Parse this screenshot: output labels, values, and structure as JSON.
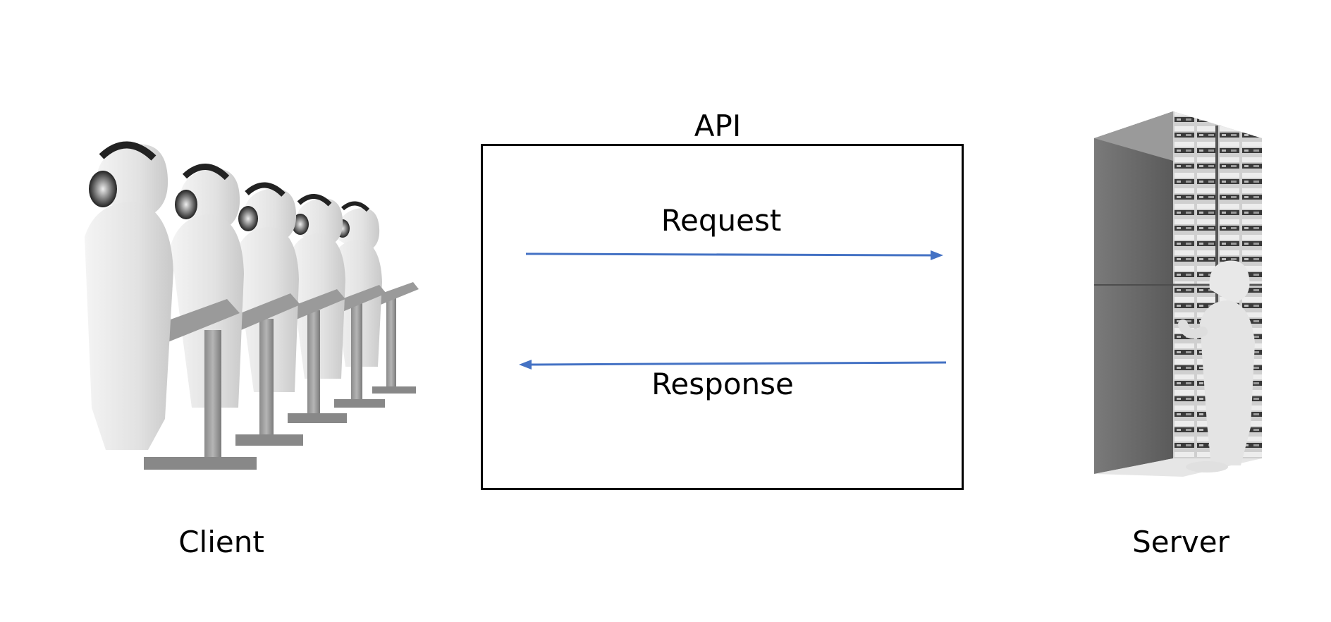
{
  "diagram": {
    "title": "API",
    "request_label": "Request",
    "response_label": "Response",
    "client_label": "Client",
    "server_label": "Server",
    "arrow_color": "#4472C4",
    "client_icon": "call-center-agents-icon",
    "server_icon": "server-rack-technician-icon"
  }
}
